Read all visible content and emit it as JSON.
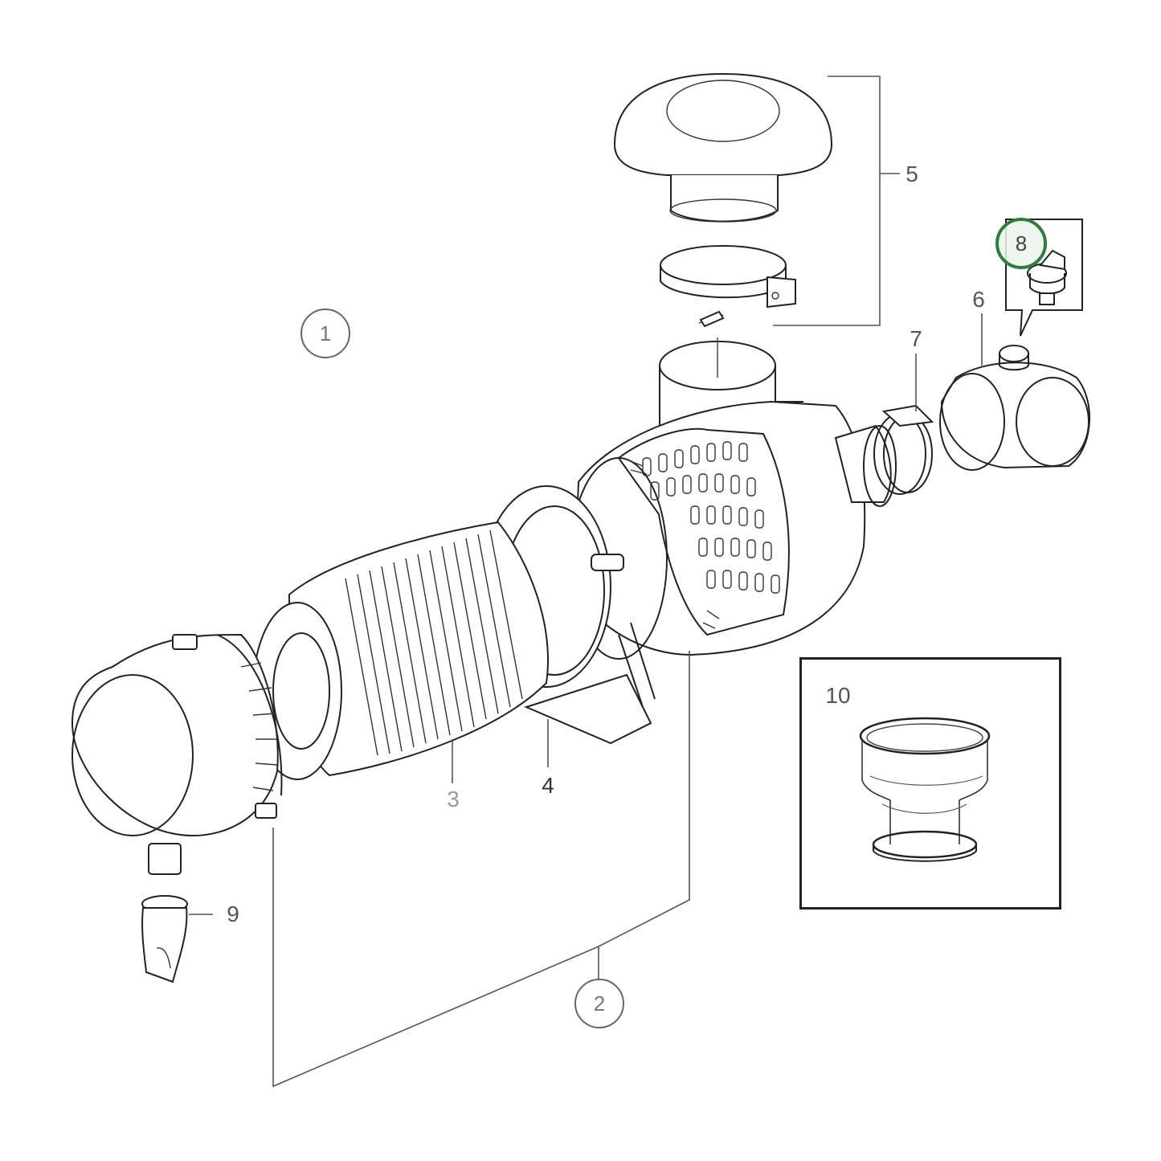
{
  "diagram": {
    "type": "exploded parts diagram",
    "subject": "air filter assembly",
    "highlight_color": "#2e7d3a",
    "callouts": [
      {
        "id": "1",
        "label": "1",
        "style": "circled"
      },
      {
        "id": "2",
        "label": "2",
        "style": "circled"
      }
    ],
    "labels": [
      {
        "id": "3",
        "label": "3"
      },
      {
        "id": "4",
        "label": "4"
      },
      {
        "id": "5",
        "label": "5"
      },
      {
        "id": "6",
        "label": "6"
      },
      {
        "id": "7",
        "label": "7"
      },
      {
        "id": "8",
        "label": "8",
        "highlighted": true
      },
      {
        "id": "9",
        "label": "9"
      },
      {
        "id": "10",
        "label": "10"
      }
    ]
  }
}
